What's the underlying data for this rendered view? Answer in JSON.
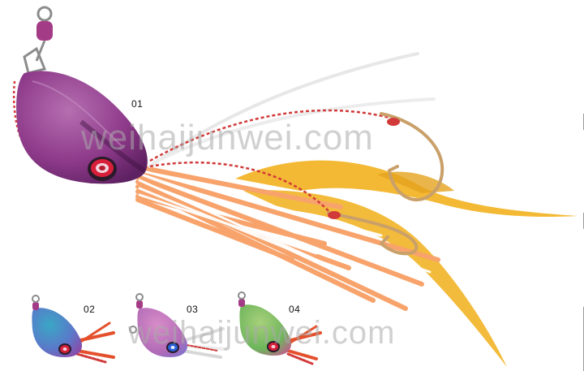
{
  "products": [
    {
      "code": "01",
      "body_color": "#8e3a8a",
      "body_highlight": "#b56fb0",
      "skirt_color": "#f7a36b",
      "eye_color": "#d81f3a"
    },
    {
      "code": "02",
      "body_color": "#5a79c9",
      "body_highlight": "#3aa7c5",
      "skirt_color": "#e4502c",
      "eye_color": "#d81f3a"
    },
    {
      "code": "03",
      "body_color": "#b06ab6",
      "body_highlight": "#d88cc8",
      "skirt_color": "#dcdcdc",
      "eye_color": "#2a5fd6"
    },
    {
      "code": "04",
      "body_color": "#6db55c",
      "body_highlight": "#a7d07a",
      "skirt_color": "#e4502c",
      "eye_color": "#d81f3a"
    }
  ],
  "watermark": {
    "text": "weihaijunwei.com"
  },
  "colors": {
    "tail_yellow": "#f2b52a",
    "hook_gold": "#c9a06a",
    "swivel_magenta": "#a43b86",
    "line_red": "#d23a3a"
  }
}
